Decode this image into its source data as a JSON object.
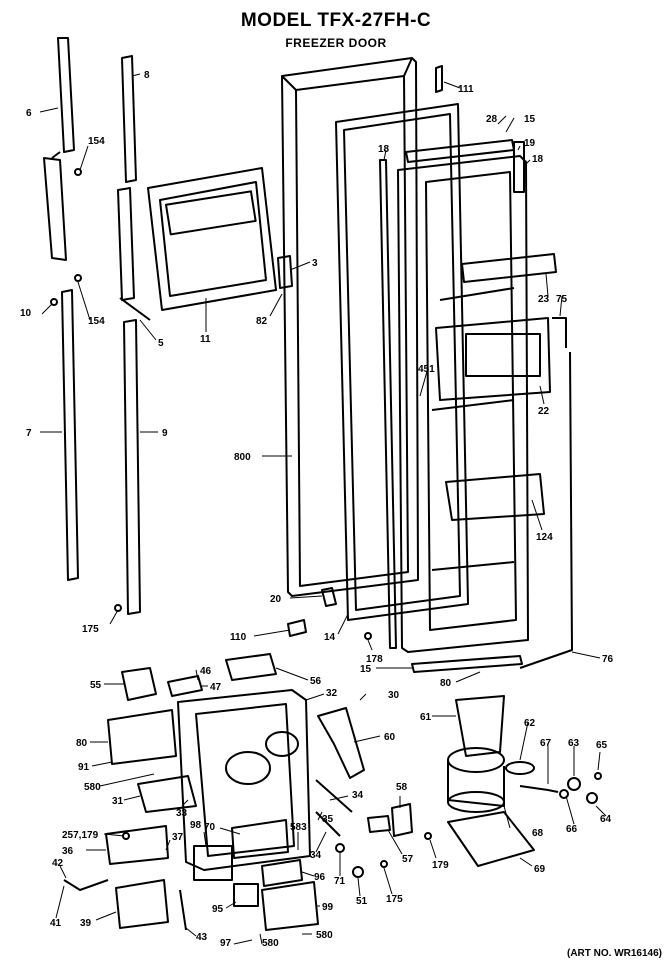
{
  "title": "MODEL TFX-27FH-C",
  "subtitle": "FREEZER DOOR",
  "art_number": "(ART NO. WR16146)",
  "callouts": [
    {
      "id": "c6",
      "text": "6"
    },
    {
      "id": "c8",
      "text": "8"
    },
    {
      "id": "c154a",
      "text": "154"
    },
    {
      "id": "c154b",
      "text": "154"
    },
    {
      "id": "c10",
      "text": "10"
    },
    {
      "id": "c5",
      "text": "5"
    },
    {
      "id": "c7",
      "text": "7"
    },
    {
      "id": "c9",
      "text": "9"
    },
    {
      "id": "c175a",
      "text": "175"
    },
    {
      "id": "c11a",
      "text": "11"
    },
    {
      "id": "c3",
      "text": "3"
    },
    {
      "id": "c82",
      "text": "82"
    },
    {
      "id": "c800",
      "text": "800"
    },
    {
      "id": "c111",
      "text": "111"
    },
    {
      "id": "c28",
      "text": "28"
    },
    {
      "id": "c15a",
      "text": "15"
    },
    {
      "id": "c19",
      "text": "19"
    },
    {
      "id": "c18a",
      "text": "18"
    },
    {
      "id": "c18b",
      "text": "18"
    },
    {
      "id": "c23",
      "text": "23"
    },
    {
      "id": "c75",
      "text": "75"
    },
    {
      "id": "c451",
      "text": "451"
    },
    {
      "id": "c22",
      "text": "22"
    },
    {
      "id": "c124",
      "text": "124"
    },
    {
      "id": "c20",
      "text": "20"
    },
    {
      "id": "c14",
      "text": "14"
    },
    {
      "id": "c110",
      "text": "110"
    },
    {
      "id": "c178",
      "text": "178"
    },
    {
      "id": "c15b",
      "text": "15"
    },
    {
      "id": "c80a",
      "text": "80"
    },
    {
      "id": "c76",
      "text": "76"
    },
    {
      "id": "c55",
      "text": "55"
    },
    {
      "id": "c46",
      "text": "46"
    },
    {
      "id": "c47",
      "text": "47"
    },
    {
      "id": "c56",
      "text": "56"
    },
    {
      "id": "c32",
      "text": "32"
    },
    {
      "id": "c30",
      "text": "30"
    },
    {
      "id": "c80b",
      "text": "80"
    },
    {
      "id": "c91",
      "text": "91"
    },
    {
      "id": "c580a",
      "text": "580"
    },
    {
      "id": "c31",
      "text": "31"
    },
    {
      "id": "c33",
      "text": "33"
    },
    {
      "id": "c60",
      "text": "60"
    },
    {
      "id": "c61",
      "text": "61"
    },
    {
      "id": "c62",
      "text": "62"
    },
    {
      "id": "c67",
      "text": "67"
    },
    {
      "id": "c63",
      "text": "63"
    },
    {
      "id": "c65",
      "text": "65"
    },
    {
      "id": "c34a",
      "text": "34"
    },
    {
      "id": "c257",
      "text": "257,179"
    },
    {
      "id": "c37",
      "text": "37"
    },
    {
      "id": "c70",
      "text": "70"
    },
    {
      "id": "c583",
      "text": "583"
    },
    {
      "id": "c35",
      "text": "35"
    },
    {
      "id": "c58",
      "text": "58"
    },
    {
      "id": "c36",
      "text": "36"
    },
    {
      "id": "c98",
      "text": "98"
    },
    {
      "id": "c34b",
      "text": "34"
    },
    {
      "id": "c57",
      "text": "57"
    },
    {
      "id": "c179",
      "text": "179"
    },
    {
      "id": "c68",
      "text": "68"
    },
    {
      "id": "c66",
      "text": "66"
    },
    {
      "id": "c64",
      "text": "64"
    },
    {
      "id": "c42",
      "text": "42"
    },
    {
      "id": "c96",
      "text": "96"
    },
    {
      "id": "c71",
      "text": "71"
    },
    {
      "id": "c69",
      "text": "69"
    },
    {
      "id": "c175b",
      "text": "175"
    },
    {
      "id": "c51",
      "text": "51"
    },
    {
      "id": "c41",
      "text": "41"
    },
    {
      "id": "c39",
      "text": "39"
    },
    {
      "id": "c95",
      "text": "95"
    },
    {
      "id": "c99",
      "text": "99"
    },
    {
      "id": "c43",
      "text": "43"
    },
    {
      "id": "c97",
      "text": "97"
    },
    {
      "id": "c580b",
      "text": "580"
    },
    {
      "id": "c580c",
      "text": "580"
    }
  ]
}
